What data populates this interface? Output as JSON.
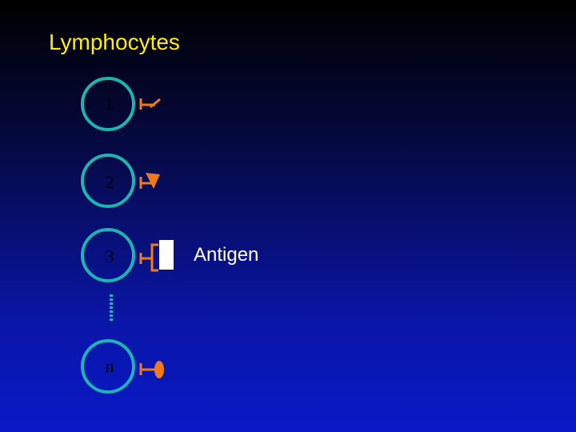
{
  "title": "Lymphocytes",
  "lymphocytes": [
    {
      "label": "1",
      "receptor": "slanted-tip"
    },
    {
      "label": "2",
      "receptor": "triangle-tip"
    },
    {
      "label": "3",
      "receptor": "square-notch"
    },
    {
      "label": "n",
      "receptor": "oval-tip"
    }
  ],
  "antigen": {
    "label": "Antigen",
    "bound_to": "3"
  },
  "colors": {
    "title": "#ffee00",
    "cell_border": "#1ab6b0",
    "receptor": "#f07a18",
    "antigen": "#ffffff",
    "ellipsis": "#1ab6b0"
  }
}
